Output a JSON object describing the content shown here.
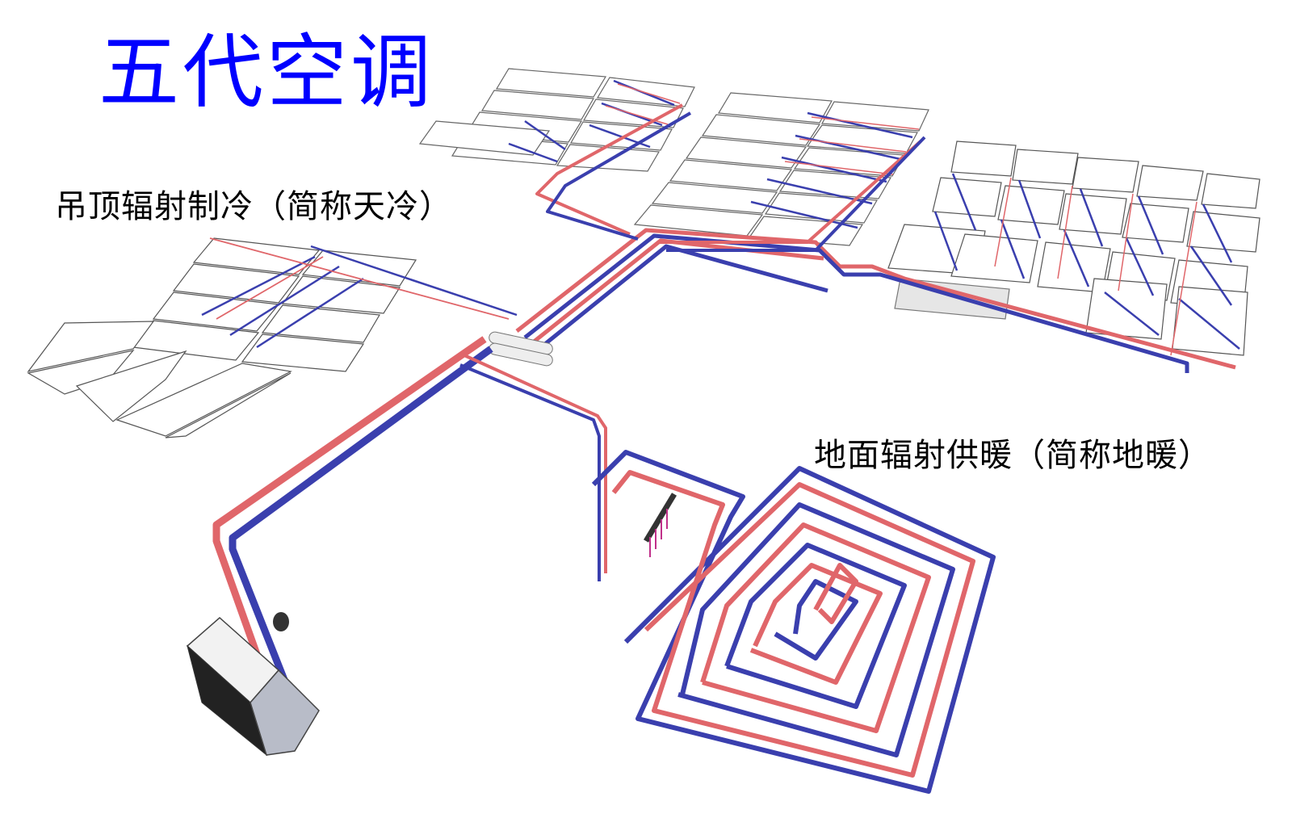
{
  "title": "五代空调",
  "labels": {
    "ceiling": "吊顶辐射制冷（简称天冷）",
    "floor": "地面辐射供暖（简称地暖）"
  },
  "colors": {
    "title": "#0000ff",
    "hot_pipe": "#e0666a",
    "cold_pipe": "#3a3fae",
    "panel_fill": "#ffffff",
    "panel_edge": "#555555",
    "background": "#ffffff"
  },
  "components": {
    "outdoor_unit": "heat-pump-outdoor-unit",
    "main_manifold": "ceiling-manifold",
    "floor_manifold": "floor-heating-manifold",
    "ceiling_panel_groups": [
      "left-panel-group",
      "top-left-panel-group",
      "top-center-panel-group",
      "right-panel-group"
    ],
    "floor_coil": "spiral-floor-heating-coil"
  }
}
